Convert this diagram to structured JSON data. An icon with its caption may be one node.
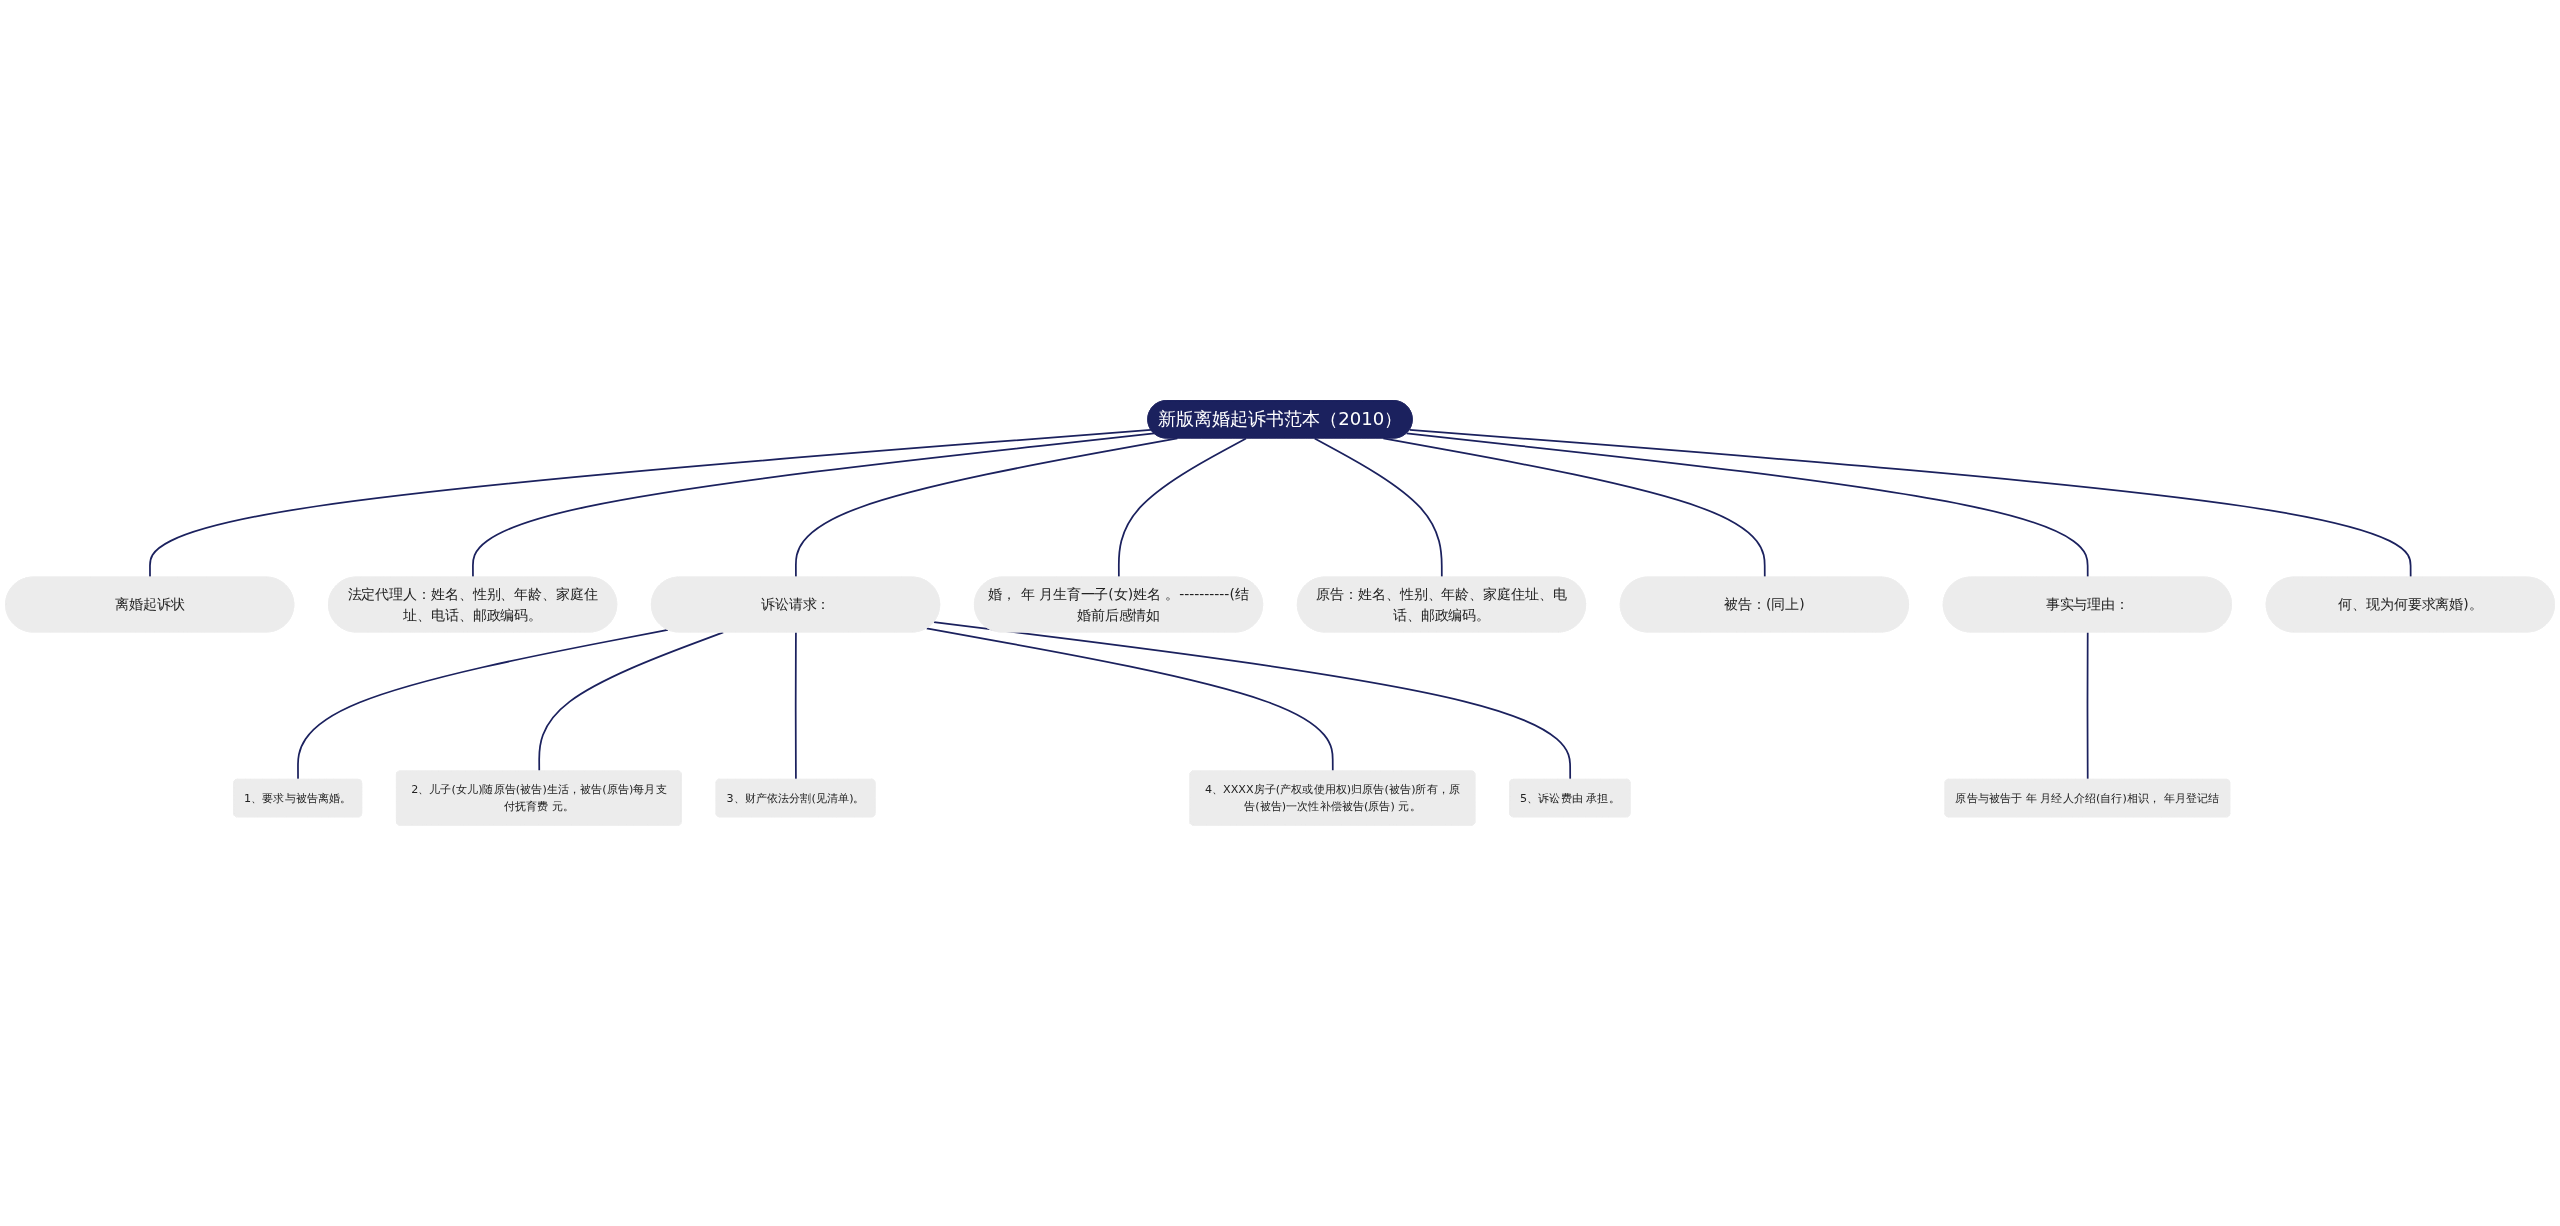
{
  "diagram": {
    "nodes": [
      {
        "text": [
          "新版离婚起诉书范本（2010）"
        ]
      },
      {
        "text": [
          "离婚起诉状"
        ]
      },
      {
        "text": [
          "法定代理人：姓名、性别、年龄、家庭住址、电话、邮政编码。"
        ]
      },
      {
        "text": [
          "诉讼请求："
        ]
      },
      {
        "text": [
          "1、要求与被告离婚。"
        ]
      },
      {
        "text": [
          "2、儿子(女儿)随原告(被告)生活，被告(原告)每月支付抚育费 元。"
        ]
      },
      {
        "text": [
          "3、财产依法分割(见清单)。"
        ]
      },
      {
        "text": [
          "4、XXXX房子(产权或使用权)归原告(被告)所有，原告(被告)一次性补偿被告(原告) 元。"
        ]
      },
      {
        "text": [
          "5、诉讼费由 承担。"
        ]
      },
      {
        "text": [
          "婚， 年 月生育一子(女)姓名 。----------(结婚前后感情如"
        ]
      },
      {
        "text": [
          "原告：姓名、性别、年龄、家庭住址、电话、邮政编码。"
        ]
      },
      {
        "text": [
          "被告：(同上)"
        ]
      },
      {
        "text": [
          "事实与理由："
        ]
      },
      {
        "text": [
          "原告与被告于 年 月经人介绍(自行)相识， 年月登记结"
        ]
      },
      {
        "text": [
          "何、现为何要求离婚)。"
        ]
      }
    ],
    "edges": [
      {
        "from": 0,
        "to": 1,
        "arrow": "none"
      },
      {
        "from": 0,
        "to": 2,
        "arrow": "none"
      },
      {
        "from": 0,
        "to": 3,
        "arrow": "none"
      },
      {
        "from": 3,
        "to": 4,
        "arrow": "none"
      },
      {
        "from": 3,
        "to": 5,
        "arrow": "none"
      },
      {
        "from": 3,
        "to": 6,
        "arrow": "none"
      },
      {
        "from": 3,
        "to": 7,
        "arrow": "none"
      },
      {
        "from": 3,
        "to": 8,
        "arrow": "none"
      },
      {
        "from": 0,
        "to": 9,
        "arrow": "none"
      },
      {
        "from": 0,
        "to": 10,
        "arrow": "none"
      },
      {
        "from": 0,
        "to": 11,
        "arrow": "none"
      },
      {
        "from": 0,
        "to": 12,
        "arrow": "none"
      },
      {
        "from": 12,
        "to": 13,
        "arrow": "none"
      },
      {
        "from": 0,
        "to": 14,
        "arrow": "none"
      }
    ]
  }
}
